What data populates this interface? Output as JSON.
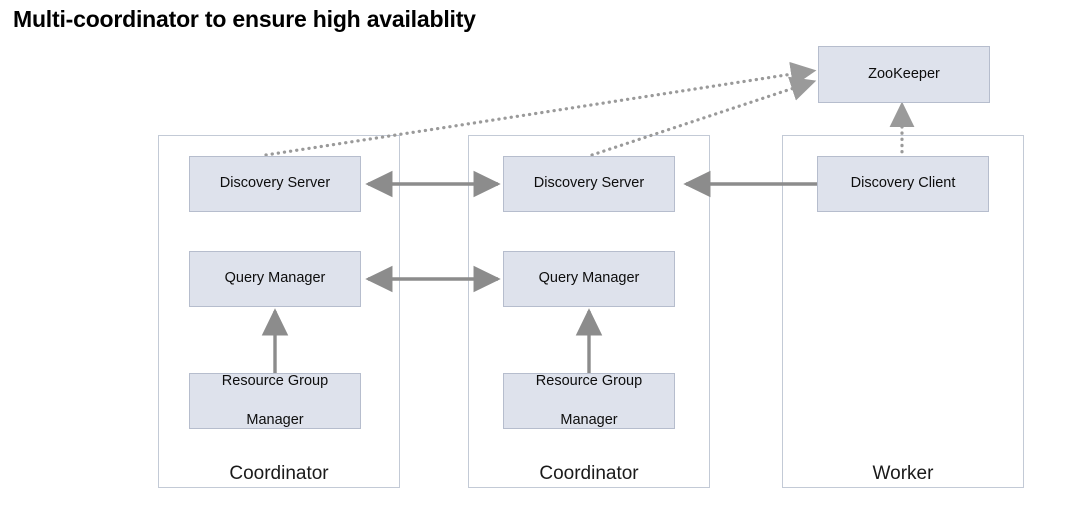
{
  "slide": {
    "title": "Multi-coordinator to ensure high availablity",
    "background": "#ffffff"
  },
  "theme": {
    "node_fill": "#dee2ec",
    "node_border": "#b6bdcd",
    "group_border": "#c3cad6",
    "arrow_color": "#8c8c8c",
    "dotted_arrow_color": "#9a9a9a",
    "text_color": "#0d0d0d"
  },
  "groups": [
    {
      "id": "coordinator-1",
      "label": "Coordinator"
    },
    {
      "id": "coordinator-2",
      "label": "Coordinator"
    },
    {
      "id": "worker",
      "label": "Worker"
    }
  ],
  "nodes": {
    "zookeeper": {
      "label": "ZooKeeper"
    },
    "coordinator1": {
      "discovery_server": {
        "label": "Discovery Server"
      },
      "query_manager": {
        "label": "Query  Manager"
      },
      "resource_group_manager": {
        "line1": "Resource Group",
        "line2": "Manager"
      }
    },
    "coordinator2": {
      "discovery_server": {
        "label": "Discovery Server"
      },
      "query_manager": {
        "label": "Query  Manager"
      },
      "resource_group_manager": {
        "line1": "Resource Group",
        "line2": "Manager"
      }
    },
    "worker": {
      "discovery_client": {
        "label": "Discovery Client"
      }
    }
  },
  "edges": [
    {
      "id": "ds1-ds2",
      "from": "coordinator1.discovery_server",
      "to": "coordinator2.discovery_server",
      "style": "solid",
      "arrows": "both"
    },
    {
      "id": "qm1-qm2",
      "from": "coordinator1.query_manager",
      "to": "coordinator2.query_manager",
      "style": "solid",
      "arrows": "both"
    },
    {
      "id": "rgm1-qm1",
      "from": "coordinator1.resource_group_manager",
      "to": "coordinator1.query_manager",
      "style": "solid",
      "arrows": "end"
    },
    {
      "id": "rgm2-qm2",
      "from": "coordinator2.resource_group_manager",
      "to": "coordinator2.query_manager",
      "style": "solid",
      "arrows": "end"
    },
    {
      "id": "dc-ds2",
      "from": "worker.discovery_client",
      "to": "coordinator2.discovery_server",
      "style": "solid",
      "arrows": "end"
    },
    {
      "id": "ds1-zk",
      "from": "coordinator1.discovery_server",
      "to": "zookeeper",
      "style": "dotted",
      "arrows": "end"
    },
    {
      "id": "ds2-zk",
      "from": "coordinator2.discovery_server",
      "to": "zookeeper",
      "style": "dotted",
      "arrows": "end"
    },
    {
      "id": "dc-zk",
      "from": "worker.discovery_client",
      "to": "zookeeper",
      "style": "dotted",
      "arrows": "end"
    }
  ]
}
